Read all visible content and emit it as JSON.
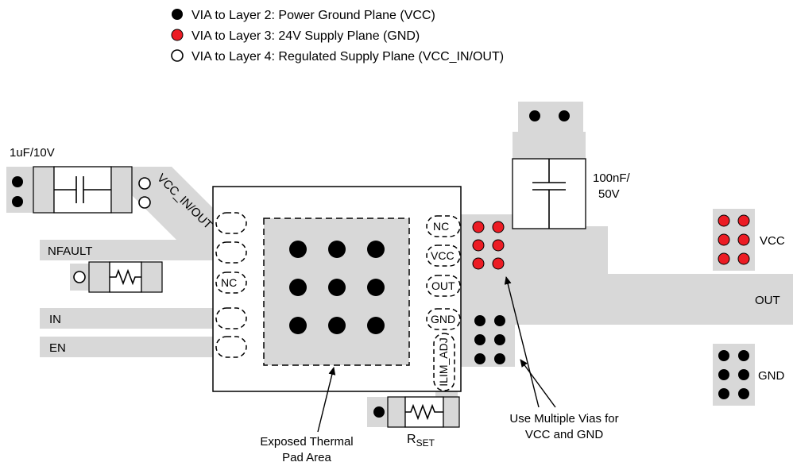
{
  "legend": {
    "items": [
      {
        "via": "black",
        "label": "VIA to Layer 2: Power Ground Plane (VCC)"
      },
      {
        "via": "red",
        "label": "VIA to Layer 3: 24V Supply Plane (GND)"
      },
      {
        "via": "open",
        "label": "VIA to Layer 4: Regulated Supply Plane (VCC_IN/OUT)"
      }
    ]
  },
  "labels": {
    "input_cap": "1uF/10V",
    "vcc_in_out": "VCC_IN/OUT",
    "nfault": "NFAULT",
    "in": "IN",
    "en": "EN",
    "output_cap_line1": "100nF/",
    "output_cap_line2": "50V",
    "vcc_plane": "VCC",
    "out_trace": "OUT",
    "gnd_plane": "GND",
    "rset_main": "R",
    "rset_sub": "SET"
  },
  "chip_pins": {
    "nc": "NC",
    "vcc": "VCC",
    "out": "OUT",
    "gnd": "GND",
    "ilim_adj": "ILIM_ADJ"
  },
  "annotations": {
    "thermal_pad_line1": "Exposed Thermal",
    "thermal_pad_line2": "Pad Area",
    "multiple_vias_line1": "Use Multiple Vias for",
    "multiple_vias_line2": "VCC and GND"
  },
  "colors": {
    "trace_gray": "#d8d8d8",
    "via_red": "#ec1c24",
    "via_black": "#000000"
  }
}
